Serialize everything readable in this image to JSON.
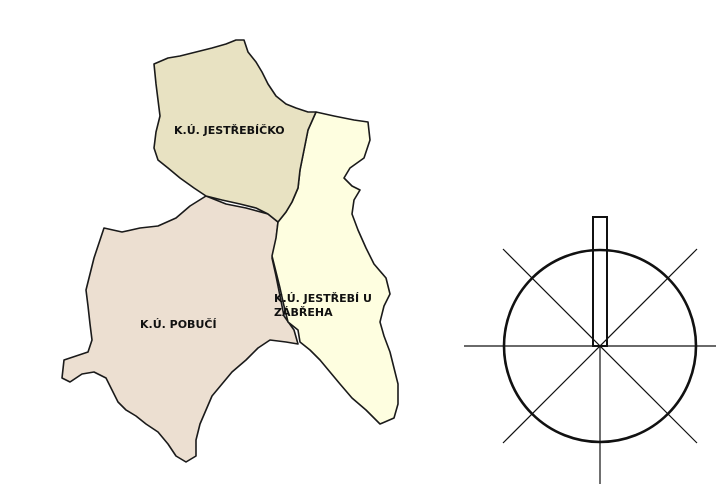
{
  "map": {
    "regions": [
      {
        "id": "jestrebicko",
        "label_lines": [
          "K.Ú. JESTŘEBÍČKO"
        ],
        "fill": "#e8e2c2"
      },
      {
        "id": "jestrebi-u-zabreha",
        "label_lines": [
          "K.Ú. JESTŘEBÍ U",
          "ZÁBŘEHA"
        ],
        "fill": "#fefee0"
      },
      {
        "id": "pobuci",
        "label_lines": [
          "K.Ú. POBUČÍ"
        ],
        "fill": "#ecdfd1"
      }
    ],
    "outline_color": "#1a1a1a",
    "symbol": {
      "icon": "orientation-circle-symbol",
      "color": "#111111"
    }
  }
}
